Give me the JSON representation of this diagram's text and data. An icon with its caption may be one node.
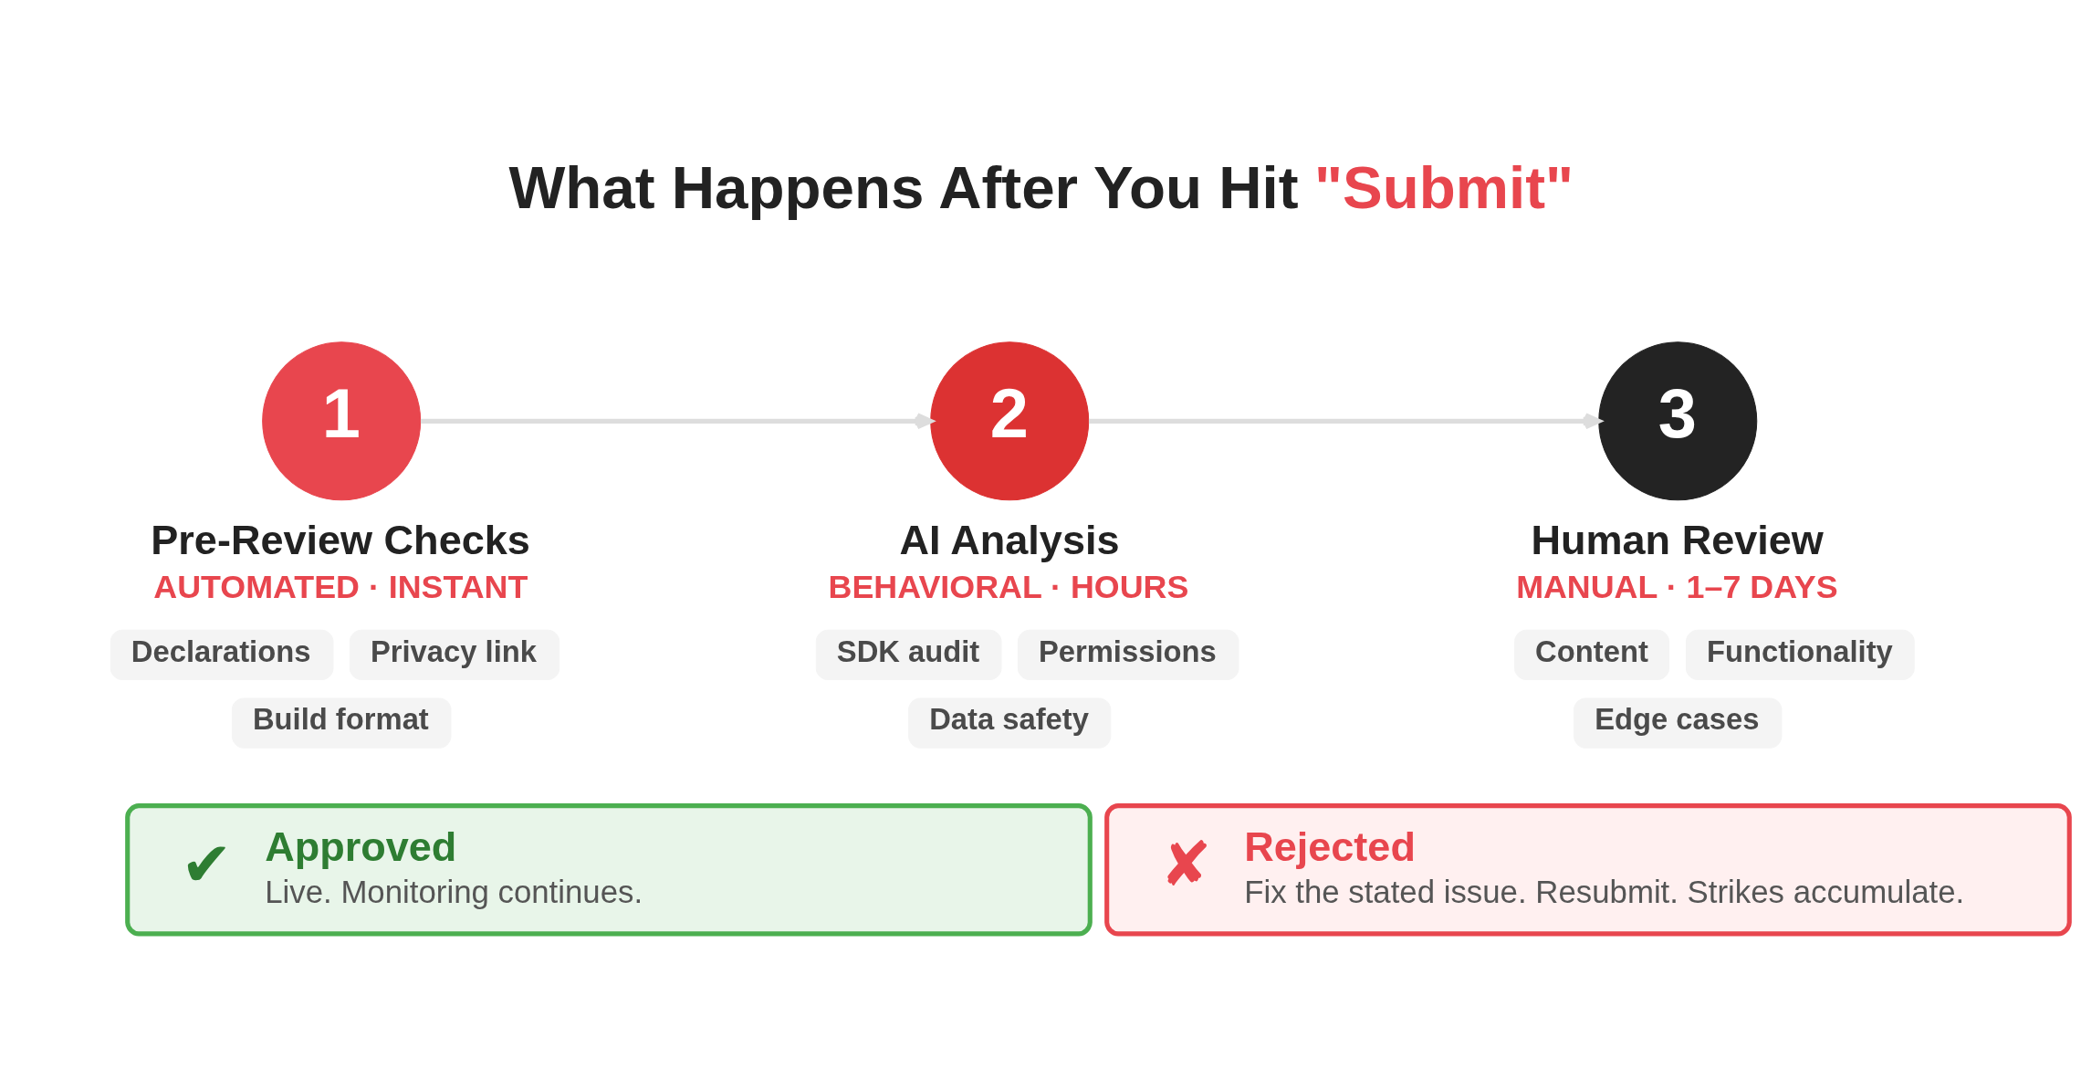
{
  "diagram": {
    "title": "What Happens After You Hit \"Submit\"",
    "nodes": [
      {
        "text": [
          "1"
        ],
        "beside": [
          "Pre-Review Checks",
          "AUTOMATED · INSTANT"
        ]
      },
      {
        "text": [
          "Declarations"
        ]
      },
      {
        "text": [
          "Privacy link"
        ]
      },
      {
        "text": [
          "Build format"
        ]
      },
      {
        "text": [
          "2"
        ],
        "beside": [
          "AI Analysis",
          "BEHAVIORAL · HOURS"
        ]
      },
      {
        "text": [
          "SDK audit"
        ]
      },
      {
        "text": [
          "Permissions"
        ]
      },
      {
        "text": [
          "Data safety"
        ]
      },
      {
        "text": [
          "3"
        ],
        "beside": [
          "Human Review",
          "MANUAL · 1–7 DAYS"
        ]
      },
      {
        "text": [
          "Content"
        ]
      },
      {
        "text": [
          "Functionality"
        ]
      },
      {
        "text": [
          "Edge cases"
        ]
      },
      {
        "text": [
          "✔",
          "Approved",
          "Live. Monitoring continues."
        ]
      },
      {
        "text": [
          "✘",
          "Rejected",
          "Fix the stated issue. Resubmit. Strikes accumulate."
        ]
      }
    ],
    "edges": [
      {
        "from": 0,
        "to": 4,
        "arrow": "to"
      },
      {
        "from": 4,
        "to": 8,
        "arrow": "to"
      }
    ]
  }
}
